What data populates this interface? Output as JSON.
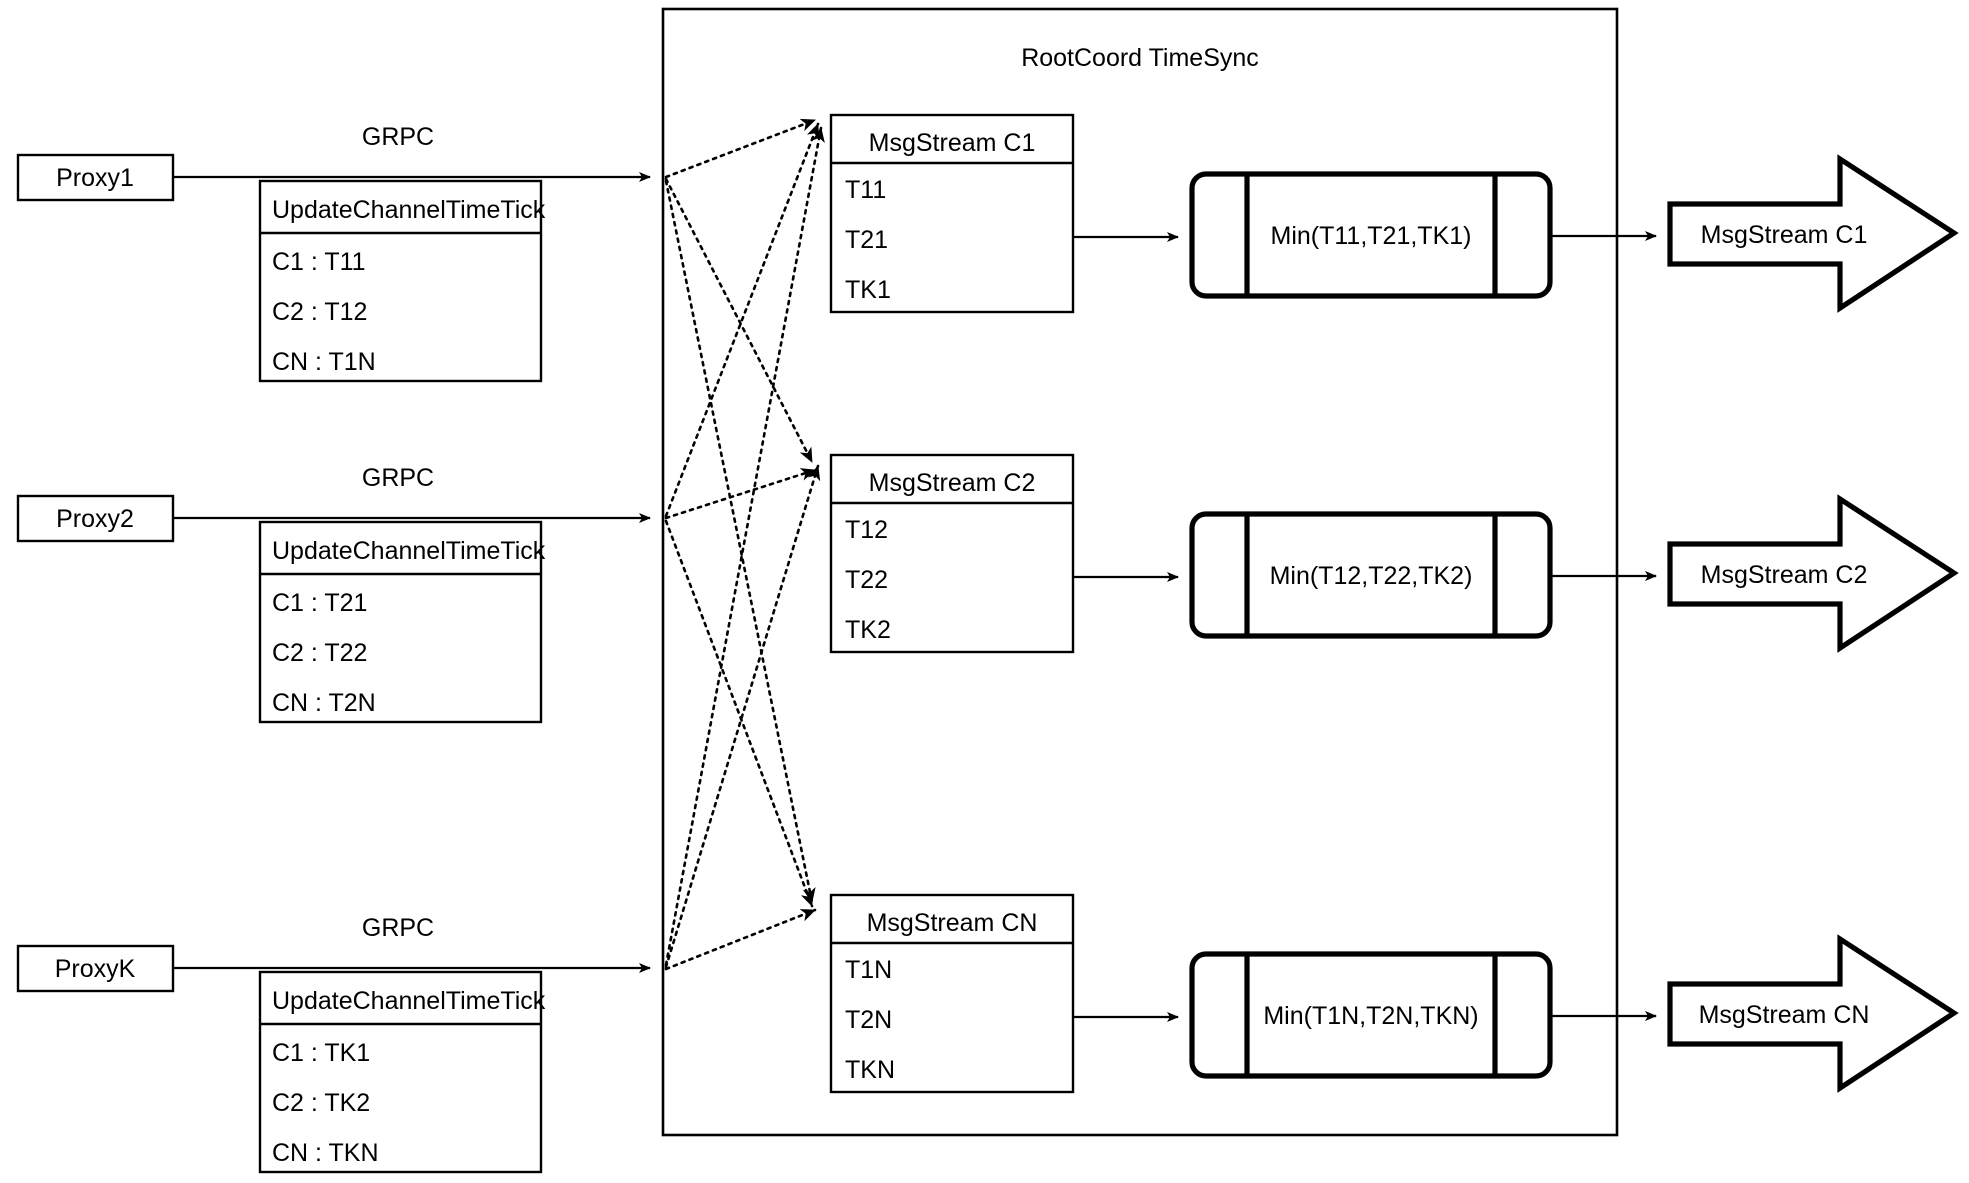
{
  "diagram": {
    "title": "RootCoord TimeSync",
    "container_label": "RootCoord TimeSync",
    "rows": [
      {
        "proxy": "Proxy1",
        "link_label": "GRPC",
        "request_header": "UpdateChannelTimeTick",
        "request_items": [
          "C1 :  T11",
          "C2 :  T12",
          "CN : T1N"
        ],
        "stream_header": "MsgStream C1",
        "stream_items": [
          "T11",
          "T21",
          "TK1"
        ],
        "process": "Min(T11,T21,TK1)",
        "output": "MsgStream C1"
      },
      {
        "proxy": "Proxy2",
        "link_label": "GRPC",
        "request_header": "UpdateChannelTimeTick",
        "request_items": [
          "C1 :  T21",
          "C2 :  T22",
          "CN : T2N"
        ],
        "stream_header": "MsgStream C2",
        "stream_items": [
          "T12",
          "T22",
          "TK2"
        ],
        "process": "Min(T12,T22,TK2)",
        "output": "MsgStream C2"
      },
      {
        "proxy": "ProxyK",
        "link_label": "GRPC",
        "request_header": "UpdateChannelTimeTick",
        "request_items": [
          "C1 :  TK1",
          "C2 :  TK2",
          "CN : TKN"
        ],
        "stream_header": "MsgStream CN",
        "stream_items": [
          "T1N",
          "T2N",
          "TKN"
        ],
        "process": "Min(T1N,T2N,TKN)",
        "output": "MsgStream CN"
      }
    ],
    "colors": {
      "stroke": "#000000",
      "background": "#ffffff"
    }
  }
}
